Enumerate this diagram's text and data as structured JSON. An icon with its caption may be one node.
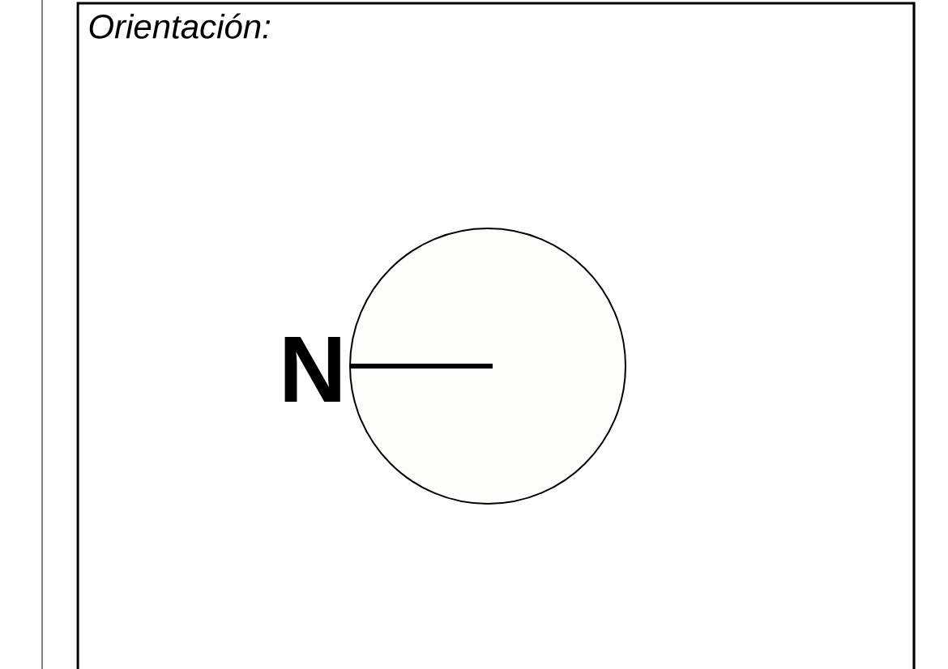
{
  "diagram": {
    "nodes": [
      {
        "text": [
          "Orientación:"
        ]
      },
      {
        "text": [],
        "shape": "circle",
        "in": 0,
        "beside": [
          "N"
        ]
      }
    ]
  }
}
